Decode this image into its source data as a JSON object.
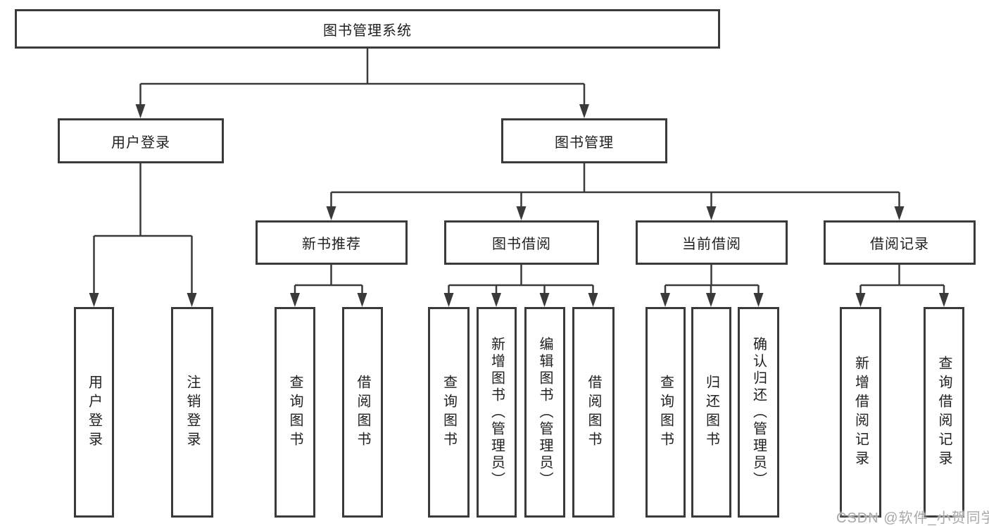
{
  "tree": {
    "label": "图书管理系统",
    "children": [
      {
        "label": "用户登录",
        "children": [
          {
            "label": "用户登录"
          },
          {
            "label": "注销登录"
          }
        ]
      },
      {
        "label": "图书管理",
        "children": [
          {
            "label": "新书推荐",
            "children": [
              {
                "label": "查询图书"
              },
              {
                "label": "借阅图书"
              }
            ]
          },
          {
            "label": "图书借阅",
            "children": [
              {
                "label": "查询图书"
              },
              {
                "label": "新增图书（管理员）"
              },
              {
                "label": "编辑图书（管理员）"
              },
              {
                "label": "借阅图书"
              }
            ]
          },
          {
            "label": "当前借阅",
            "children": [
              {
                "label": "查询图书"
              },
              {
                "label": "归还图书"
              },
              {
                "label": "确认归还（管理员）"
              }
            ]
          },
          {
            "label": "借阅记录",
            "children": [
              {
                "label": "新增借阅记录"
              },
              {
                "label": "查询借阅记录"
              }
            ]
          }
        ]
      }
    ]
  },
  "watermark": "CSDN @软件_小贺同学",
  "colors": {
    "line": "#3a3a3a",
    "text": "#212121",
    "watermark": "#a9a9a9",
    "background": "#ffffff"
  }
}
